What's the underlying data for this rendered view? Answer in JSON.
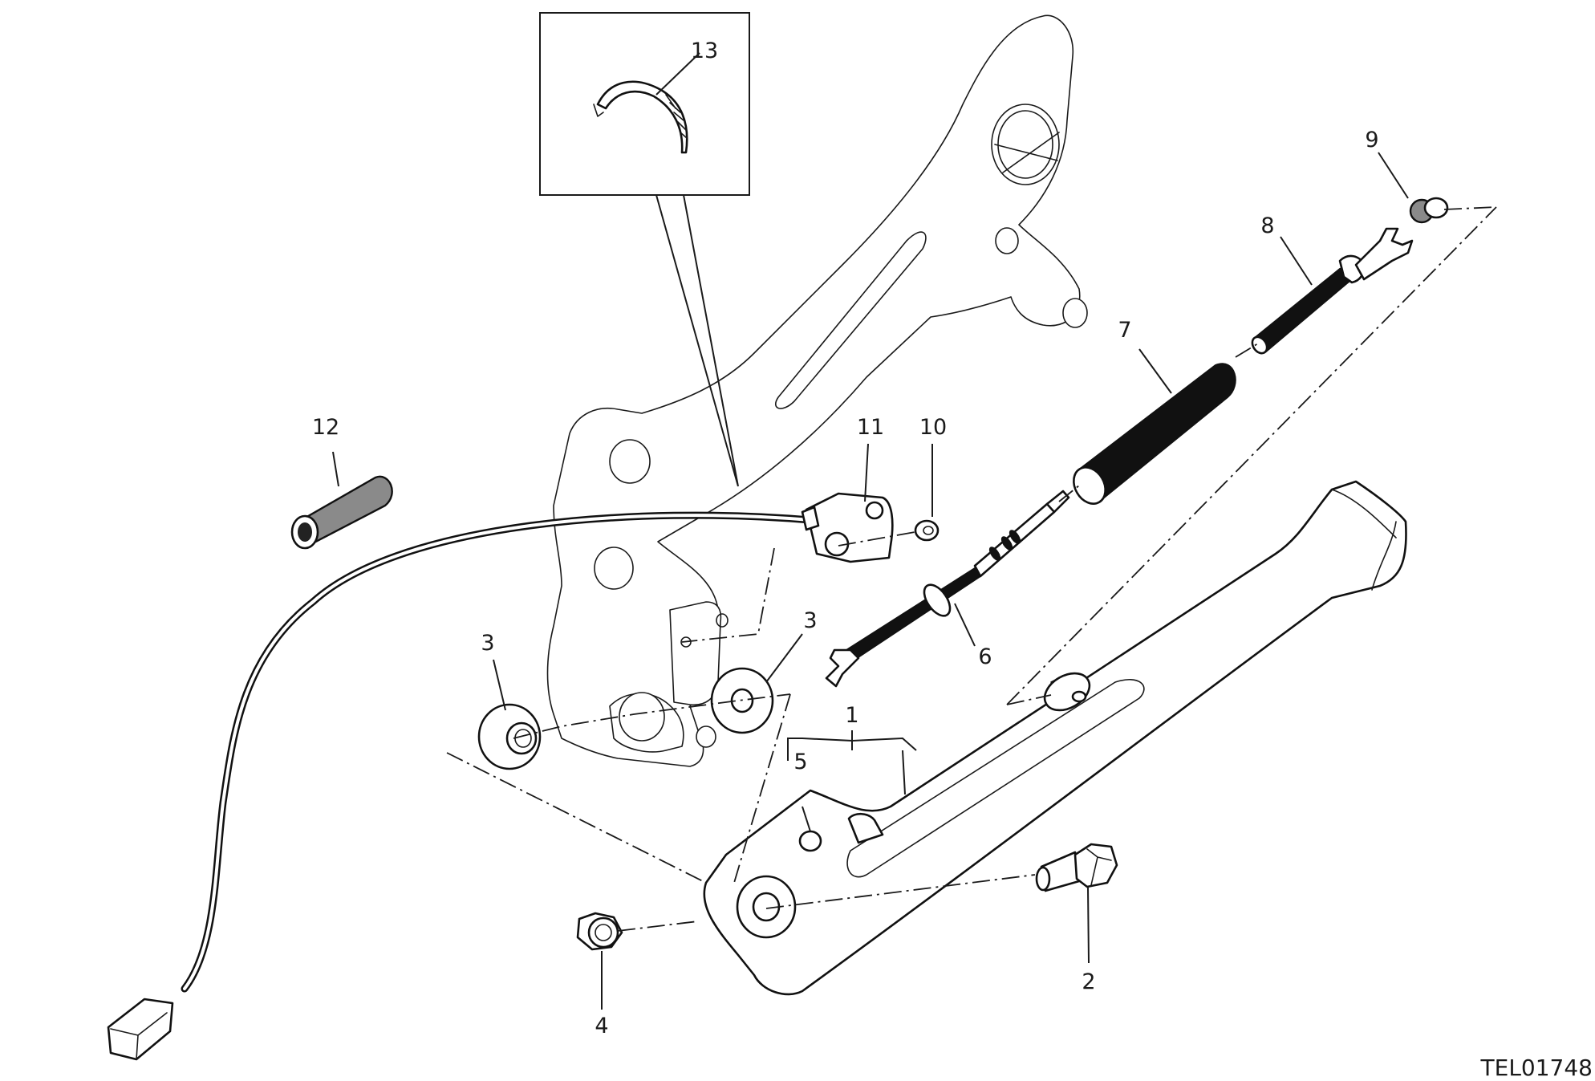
{
  "diagram": {
    "callouts": [
      {
        "id": "1",
        "text": "1"
      },
      {
        "id": "2",
        "text": "2"
      },
      {
        "id": "3a",
        "text": "3"
      },
      {
        "id": "3b",
        "text": "3"
      },
      {
        "id": "4",
        "text": "4"
      },
      {
        "id": "5",
        "text": "5"
      },
      {
        "id": "6",
        "text": "6"
      },
      {
        "id": "7",
        "text": "7"
      },
      {
        "id": "8",
        "text": "8"
      },
      {
        "id": "9",
        "text": "9"
      },
      {
        "id": "10",
        "text": "10"
      },
      {
        "id": "11",
        "text": "11"
      },
      {
        "id": "12",
        "text": "12"
      },
      {
        "id": "13",
        "text": "13"
      }
    ],
    "drawing_code": "TEL01748",
    "colors": {
      "line": "#1a1a1a",
      "sleeve_fill": "#8a8a8a",
      "background": "#ffffff"
    }
  }
}
